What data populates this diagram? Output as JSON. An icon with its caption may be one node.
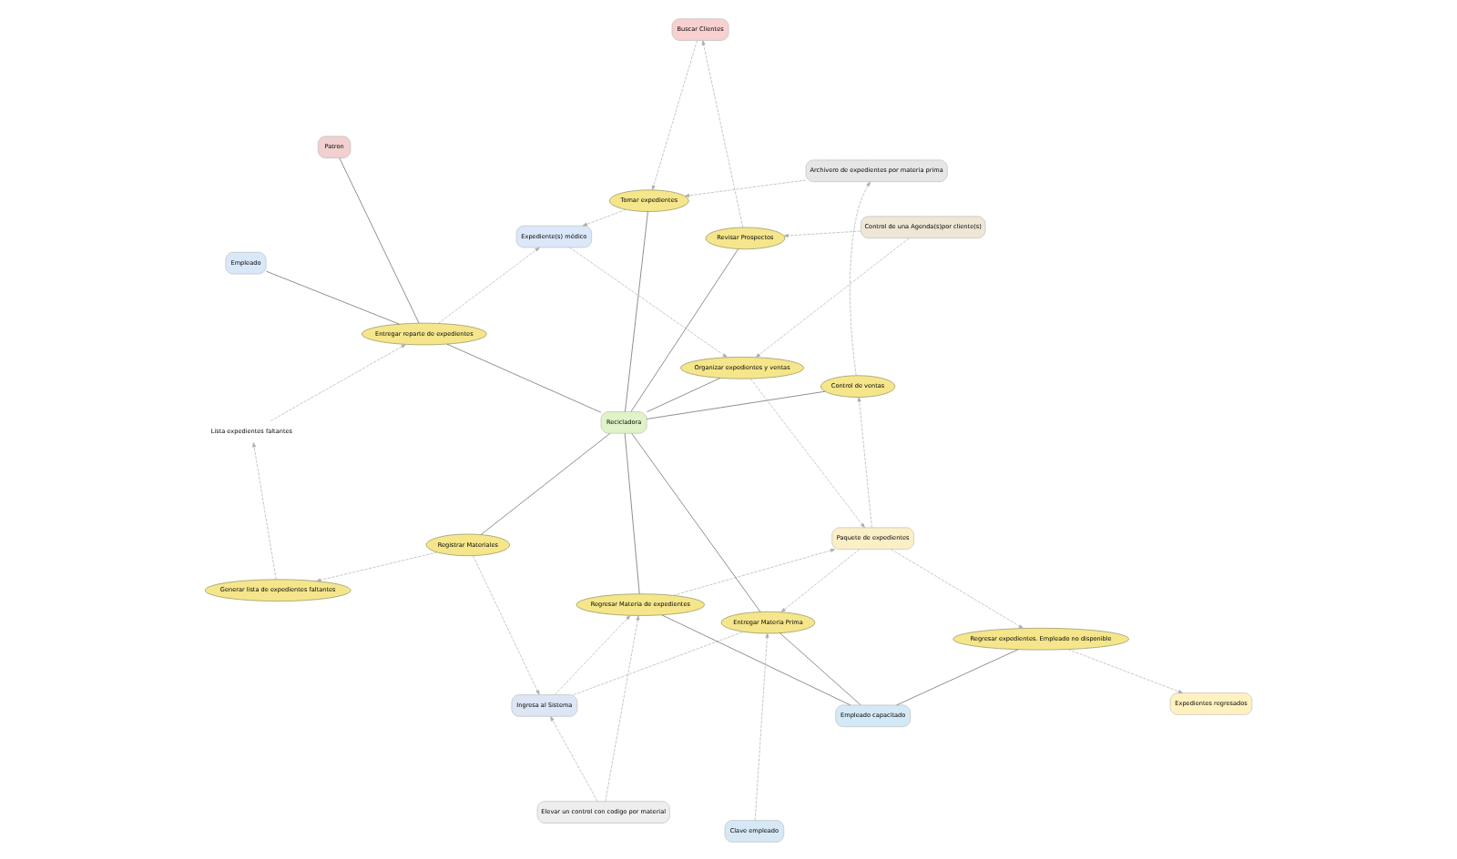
{
  "diagram": {
    "nodes": [
      {
        "text": [
          "Patron"
        ]
      },
      {
        "text": [
          "Entregar reparte de expedientes"
        ]
      },
      {
        "text": [
          "Empleado"
        ]
      },
      {
        "text": [
          "Generar lista de expedientes faltantes"
        ]
      },
      {
        "text": [
          "Lista expedientes faltantes"
        ]
      },
      {
        "text": [
          "Elevar un control con codigo por material"
        ]
      },
      {
        "text": [
          "Registrar Materiales"
        ]
      },
      {
        "text": [
          "Ingresa al Sistema"
        ]
      },
      {
        "text": [
          "Regresar Materia de expedientes"
        ]
      },
      {
        "text": [
          "Regresar expedientes. Empleado no disponible"
        ]
      },
      {
        "text": [
          "Empleado capacitado"
        ]
      },
      {
        "text": [
          "Expedientes regresados"
        ]
      },
      {
        "text": [
          "Revisar Prospectos"
        ]
      },
      {
        "text": [
          "Buscar Clientes"
        ]
      },
      {
        "text": [
          "Recicladora"
        ]
      },
      {
        "text": [
          "Entregar Materia Prima"
        ]
      },
      {
        "text": [
          "Clave empleado"
        ]
      },
      {
        "text": [
          "Control de una Agenda(s)por cliente(s)"
        ]
      },
      {
        "text": [
          "Expediente(s) médico"
        ]
      },
      {
        "text": [
          "Tomar expedientes"
        ]
      },
      {
        "text": [
          "Archivero de expedientes por materia prima"
        ]
      },
      {
        "text": [
          "Control de ventas"
        ]
      },
      {
        "text": [
          "Organizar expedientes y ventas"
        ]
      },
      {
        "text": [
          "Paquete de expedientes"
        ]
      }
    ],
    "edges": [
      {
        "from": 0,
        "to": 1,
        "arrow": "none",
        "color": "#555555"
      },
      {
        "from": 1,
        "to": 2,
        "arrow": "none",
        "color": "#555555"
      },
      {
        "from": 1,
        "to": 14,
        "arrow": "none",
        "color": "#555555"
      },
      {
        "from": 12,
        "to": 14,
        "arrow": "none",
        "color": "#555555"
      },
      {
        "from": 6,
        "to": 14,
        "arrow": "none",
        "color": "#555555"
      },
      {
        "from": 14,
        "to": 8,
        "arrow": "none",
        "color": "#555555"
      },
      {
        "from": 8,
        "to": 10,
        "arrow": "none",
        "color": "#555555"
      },
      {
        "from": 10,
        "to": 9,
        "arrow": "none",
        "color": "#555555"
      },
      {
        "from": 10,
        "to": 15,
        "arrow": "none",
        "color": "#555555"
      },
      {
        "from": 14,
        "to": 15,
        "arrow": "none",
        "color": "#555555"
      },
      {
        "from": 14,
        "to": 19,
        "arrow": "none",
        "color": "#555555"
      },
      {
        "from": 14,
        "to": 21,
        "arrow": "none",
        "color": "#555555"
      },
      {
        "from": 14,
        "to": 22,
        "arrow": "none",
        "color": "#555555"
      },
      {
        "from": 3,
        "to": 4,
        "arrow": "to",
        "style": "dashed"
      },
      {
        "from": 4,
        "to": 1,
        "arrow": "to",
        "style": "dashed"
      },
      {
        "from": 6,
        "to": 3,
        "arrow": "to",
        "style": "dashed"
      },
      {
        "from": 5,
        "to": 7,
        "arrow": "to",
        "style": "dashed"
      },
      {
        "from": 6,
        "to": 7,
        "arrow": "to",
        "style": "dashed"
      },
      {
        "from": 5,
        "to": 8,
        "arrow": "to",
        "style": "dashed"
      },
      {
        "from": 7,
        "to": 8,
        "arrow": "to",
        "style": "dashed"
      },
      {
        "from": 8,
        "to": 23,
        "arrow": "to",
        "style": "dashed"
      },
      {
        "from": 9,
        "to": 11,
        "arrow": "to",
        "style": "dashed"
      },
      {
        "from": 23,
        "to": 9,
        "arrow": "to",
        "style": "dashed"
      },
      {
        "from": 7,
        "to": 15,
        "arrow": "none",
        "style": "dashed"
      },
      {
        "from": 16,
        "to": 15,
        "arrow": "to",
        "style": "dashed"
      },
      {
        "from": 23,
        "to": 15,
        "arrow": "to",
        "style": "dashed"
      },
      {
        "from": 23,
        "to": 21,
        "arrow": "to",
        "style": "dashed"
      },
      {
        "from": 22,
        "to": 23,
        "arrow": "to",
        "style": "dashed"
      },
      {
        "from": 21,
        "to": 20,
        "arrow": "to",
        "style": "dashed"
      },
      {
        "from": 20,
        "to": 19,
        "arrow": "to",
        "style": "dashed"
      },
      {
        "from": 19,
        "to": 18,
        "arrow": "to",
        "style": "dashed"
      },
      {
        "from": 12,
        "to": 13,
        "arrow": "to",
        "style": "dashed"
      },
      {
        "from": 13,
        "to": 19,
        "arrow": "to",
        "style": "dashed"
      },
      {
        "from": 1,
        "to": 18,
        "arrow": "to",
        "style": "dashed"
      },
      {
        "from": 17,
        "to": 12,
        "arrow": "to",
        "style": "dashed"
      },
      {
        "from": 17,
        "to": 22,
        "arrow": "to",
        "style": "dashed"
      },
      {
        "from": 18,
        "to": 22,
        "arrow": "to",
        "style": "dashed"
      }
    ]
  }
}
